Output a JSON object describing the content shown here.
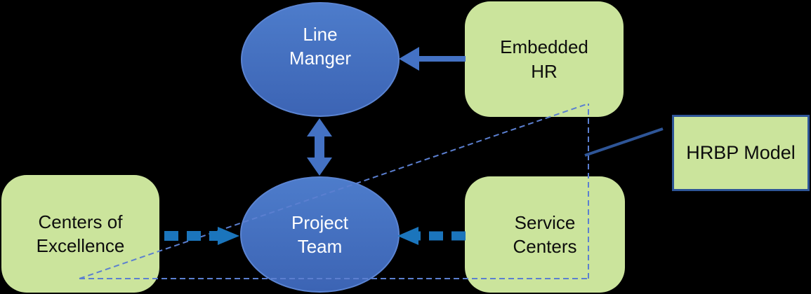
{
  "diagram": {
    "title": "HRBP Model diagram",
    "background": "#000000",
    "nodes": {
      "line_manager": {
        "label": "Line\nManger",
        "shape": "ellipse"
      },
      "project_team": {
        "label": "Project\nTeam",
        "shape": "ellipse"
      },
      "embedded_hr": {
        "label": "Embedded\nHR",
        "shape": "rounded-rect"
      },
      "centers_of_excellence": {
        "label": "Centers of\nExcellence",
        "shape": "rounded-rect"
      },
      "service_centers": {
        "label": "Service\nCenters",
        "shape": "rounded-rect"
      },
      "hrbp_model": {
        "label": "HRBP Model",
        "shape": "bordered-rect"
      }
    },
    "connectors": [
      {
        "id": "embedded-hr-to-line-manager",
        "from": "embedded_hr",
        "to": "line_manager",
        "style": "solid-block-arrow"
      },
      {
        "id": "line-manager-project-team",
        "from": "line_manager",
        "to": "project_team",
        "style": "double-headed-arrow"
      },
      {
        "id": "coe-to-project-team",
        "from": "centers_of_excellence",
        "to": "project_team",
        "style": "thick-dashed-arrow"
      },
      {
        "id": "service-centers-to-project-team",
        "from": "service_centers",
        "to": "project_team",
        "style": "thick-dashed-arrow"
      },
      {
        "id": "hrbp-scope-triangle",
        "from": "hrbp_model",
        "to": "diagram",
        "style": "thin-dashed-triangle"
      },
      {
        "id": "hrbp-label-leader",
        "from": "hrbp_model",
        "to": "triangle",
        "style": "thin-solid-line"
      }
    ],
    "colors": {
      "background": "#000000",
      "ellipse_top": "#4d7ccb",
      "ellipse_bottom": "#3c64b4",
      "green_fill": "#cbe49c",
      "hrbp_border": "#2e5597",
      "solid_arrow": "#4472c4",
      "dashed_arrow": "#1b75bc",
      "thin_dashed": "#5b7fd0",
      "leader_line": "#2e5597",
      "label_dark": "#0d0d0d",
      "label_light": "#ffffff"
    }
  }
}
